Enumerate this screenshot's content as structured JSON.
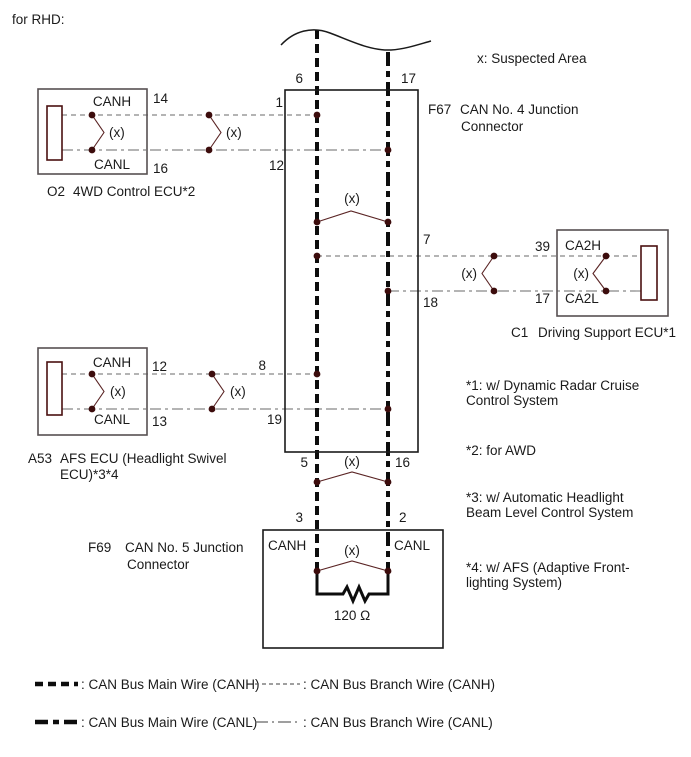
{
  "page": {
    "variant_label": "for RHD:",
    "suspect_note": "x: Suspected Area",
    "suspect_mark": "(x)",
    "resistor_value": "120 Ω"
  },
  "connectors": {
    "o2": {
      "code": "O2",
      "name": "4WD Control ECU*2",
      "canh": "CANH",
      "canl": "CANL",
      "pin_canh": "14",
      "pin_canl": "16"
    },
    "a53": {
      "code": "A53",
      "name_line1": "AFS ECU (Headlight Swivel",
      "name_line2": "ECU)*3*4",
      "canh": "CANH",
      "canl": "CANL",
      "pin_canh": "12",
      "pin_canl": "13"
    },
    "c1": {
      "code": "C1",
      "name": "Driving Support ECU*1",
      "canh": "CA2H",
      "canl": "CA2L",
      "pin_canh": "39",
      "pin_canl": "17"
    },
    "f67": {
      "code": "F67",
      "name_line1": "CAN No. 4 Junction",
      "name_line2": "Connector",
      "pin_top_canh": "6",
      "pin_top_canl": "17",
      "pin_o2_canh": "1",
      "pin_o2_canl": "12",
      "pin_c1_canh": "7",
      "pin_c1_canl": "18",
      "pin_a53_canh": "8",
      "pin_a53_canl": "19",
      "pin_bot_canh": "5",
      "pin_bot_canl": "16"
    },
    "f69": {
      "code": "F69",
      "name_line1": "CAN No. 5 Junction",
      "name_line2": "Connector",
      "pin_canh": "3",
      "pin_canl": "2",
      "canh": "CANH",
      "canl": "CANL"
    }
  },
  "notes": {
    "n1_line1": "*1: w/ Dynamic Radar Cruise",
    "n1_line2": "Control System",
    "n2": "*2: for AWD",
    "n3_line1": "*3: w/ Automatic Headlight",
    "n3_line2": "Beam Level Control System",
    "n4_line1": "*4: w/ AFS (Adaptive Front-",
    "n4_line2": "lighting System)"
  },
  "legend": {
    "main_canh": ": CAN Bus Main Wire (CANH)",
    "branch_canh": ": CAN Bus Branch Wire (CANH)",
    "main_canl": ": CAN Bus Main Wire (CANL)",
    "branch_canl": ": CAN Bus Branch Wire (CANL)"
  },
  "colors": {
    "main_wire": "#0d0d0d",
    "branch_wire": "#9b9b9b",
    "suspect_line": "#5a2424",
    "junction_dot": "#3c0c0c",
    "ecu_box": "#575052",
    "pin_rect": "#4a1010"
  }
}
